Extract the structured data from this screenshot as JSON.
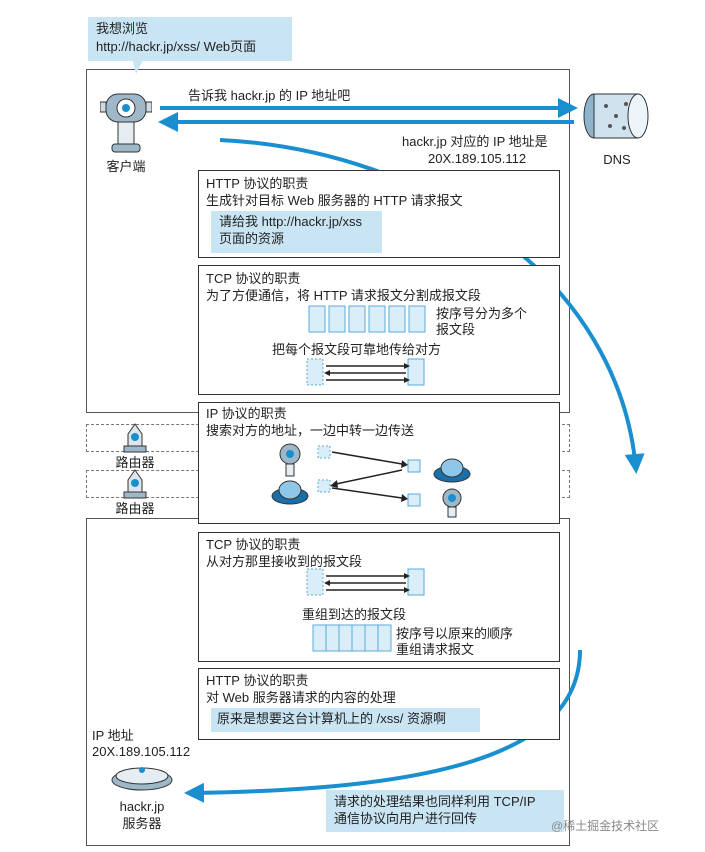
{
  "top_bubble": [
    "我想浏览",
    "http://hackr.jp/xss/ Web页面"
  ],
  "client_label": "客户端",
  "dns": {
    "label": "DNS",
    "query": "告诉我 hackr.jp 的 IP 地址吧",
    "answer": [
      "hackr.jp 对应的 IP 地址是",
      "20X.189.105.112"
    ]
  },
  "http_client": {
    "title": "HTTP 协议的职责",
    "desc": "生成针对目标 Web 服务器的 HTTP 请求报文",
    "request": [
      "请给我 http://hackr.jp/xss",
      "页面的资源"
    ]
  },
  "tcp_client": {
    "title": "TCP 协议的职责",
    "desc": "为了方便通信，将 HTTP 请求报文分割成报文段",
    "note": [
      "按序号分为多个",
      "报文段"
    ],
    "desc2": "把每个报文段可靠地传给对方"
  },
  "ip": {
    "title": "IP 协议的职责",
    "desc": "搜索对方的地址，一边中转一边传送"
  },
  "router_label": "路由器",
  "tcp_server": {
    "title": "TCP 协议的职责",
    "desc": "从对方那里接收到的报文段",
    "desc2": "重组到达的报文段",
    "note": [
      "按序号以原来的顺序",
      "重组请求报文"
    ]
  },
  "http_server": {
    "title": "HTTP 协议的职责",
    "desc": "对 Web 服务器请求的内容的处理",
    "result": "原来是想要这台计算机上的 /xss/ 资源啊"
  },
  "server": {
    "ip_label": "IP 地址",
    "ip_value": "20X.189.105.112",
    "name": [
      "hackr.jp",
      "服务器"
    ]
  },
  "response": [
    "请求的处理结果也同样利用 TCP/IP",
    "通信协议向用户进行回传"
  ],
  "watermark": "@稀土掘金技术社区",
  "colors": {
    "arrow": "#1a8fd0",
    "bubble": "#c9e4f3",
    "segment": "#d9eef9",
    "segment_border": "#5aa9d6"
  }
}
